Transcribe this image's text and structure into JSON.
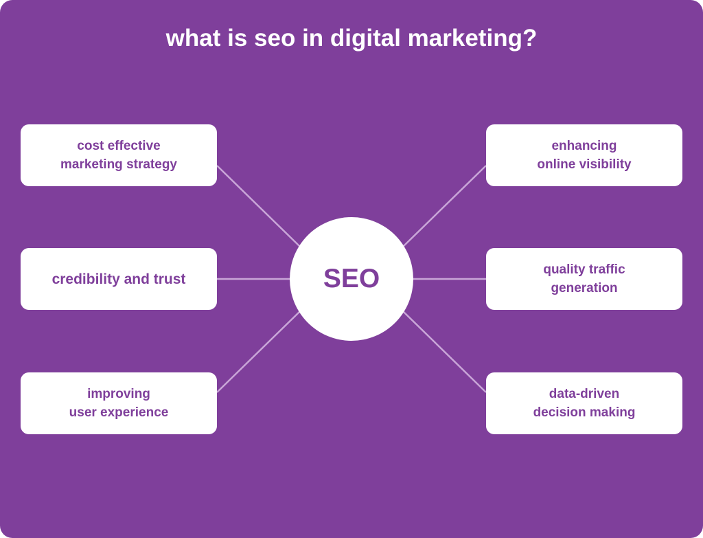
{
  "title": "what is seo in digital marketing?",
  "center": {
    "label": "SEO"
  },
  "left_items": [
    {
      "lines": [
        "cost effective",
        "marketing strategy"
      ]
    },
    {
      "lines": [
        "credibility and trust"
      ]
    },
    {
      "lines": [
        "improving",
        "user experience"
      ]
    }
  ],
  "right_items": [
    {
      "lines": [
        "enhancing",
        "online visibility"
      ]
    },
    {
      "lines": [
        "quality traffic",
        "generation"
      ]
    },
    {
      "lines": [
        "data-driven",
        "decision making"
      ]
    }
  ],
  "colors": {
    "background": "#7f3f9b",
    "box": "#ffffff",
    "text_accent": "#7f3f9b",
    "connector": "#c9a6d8"
  }
}
